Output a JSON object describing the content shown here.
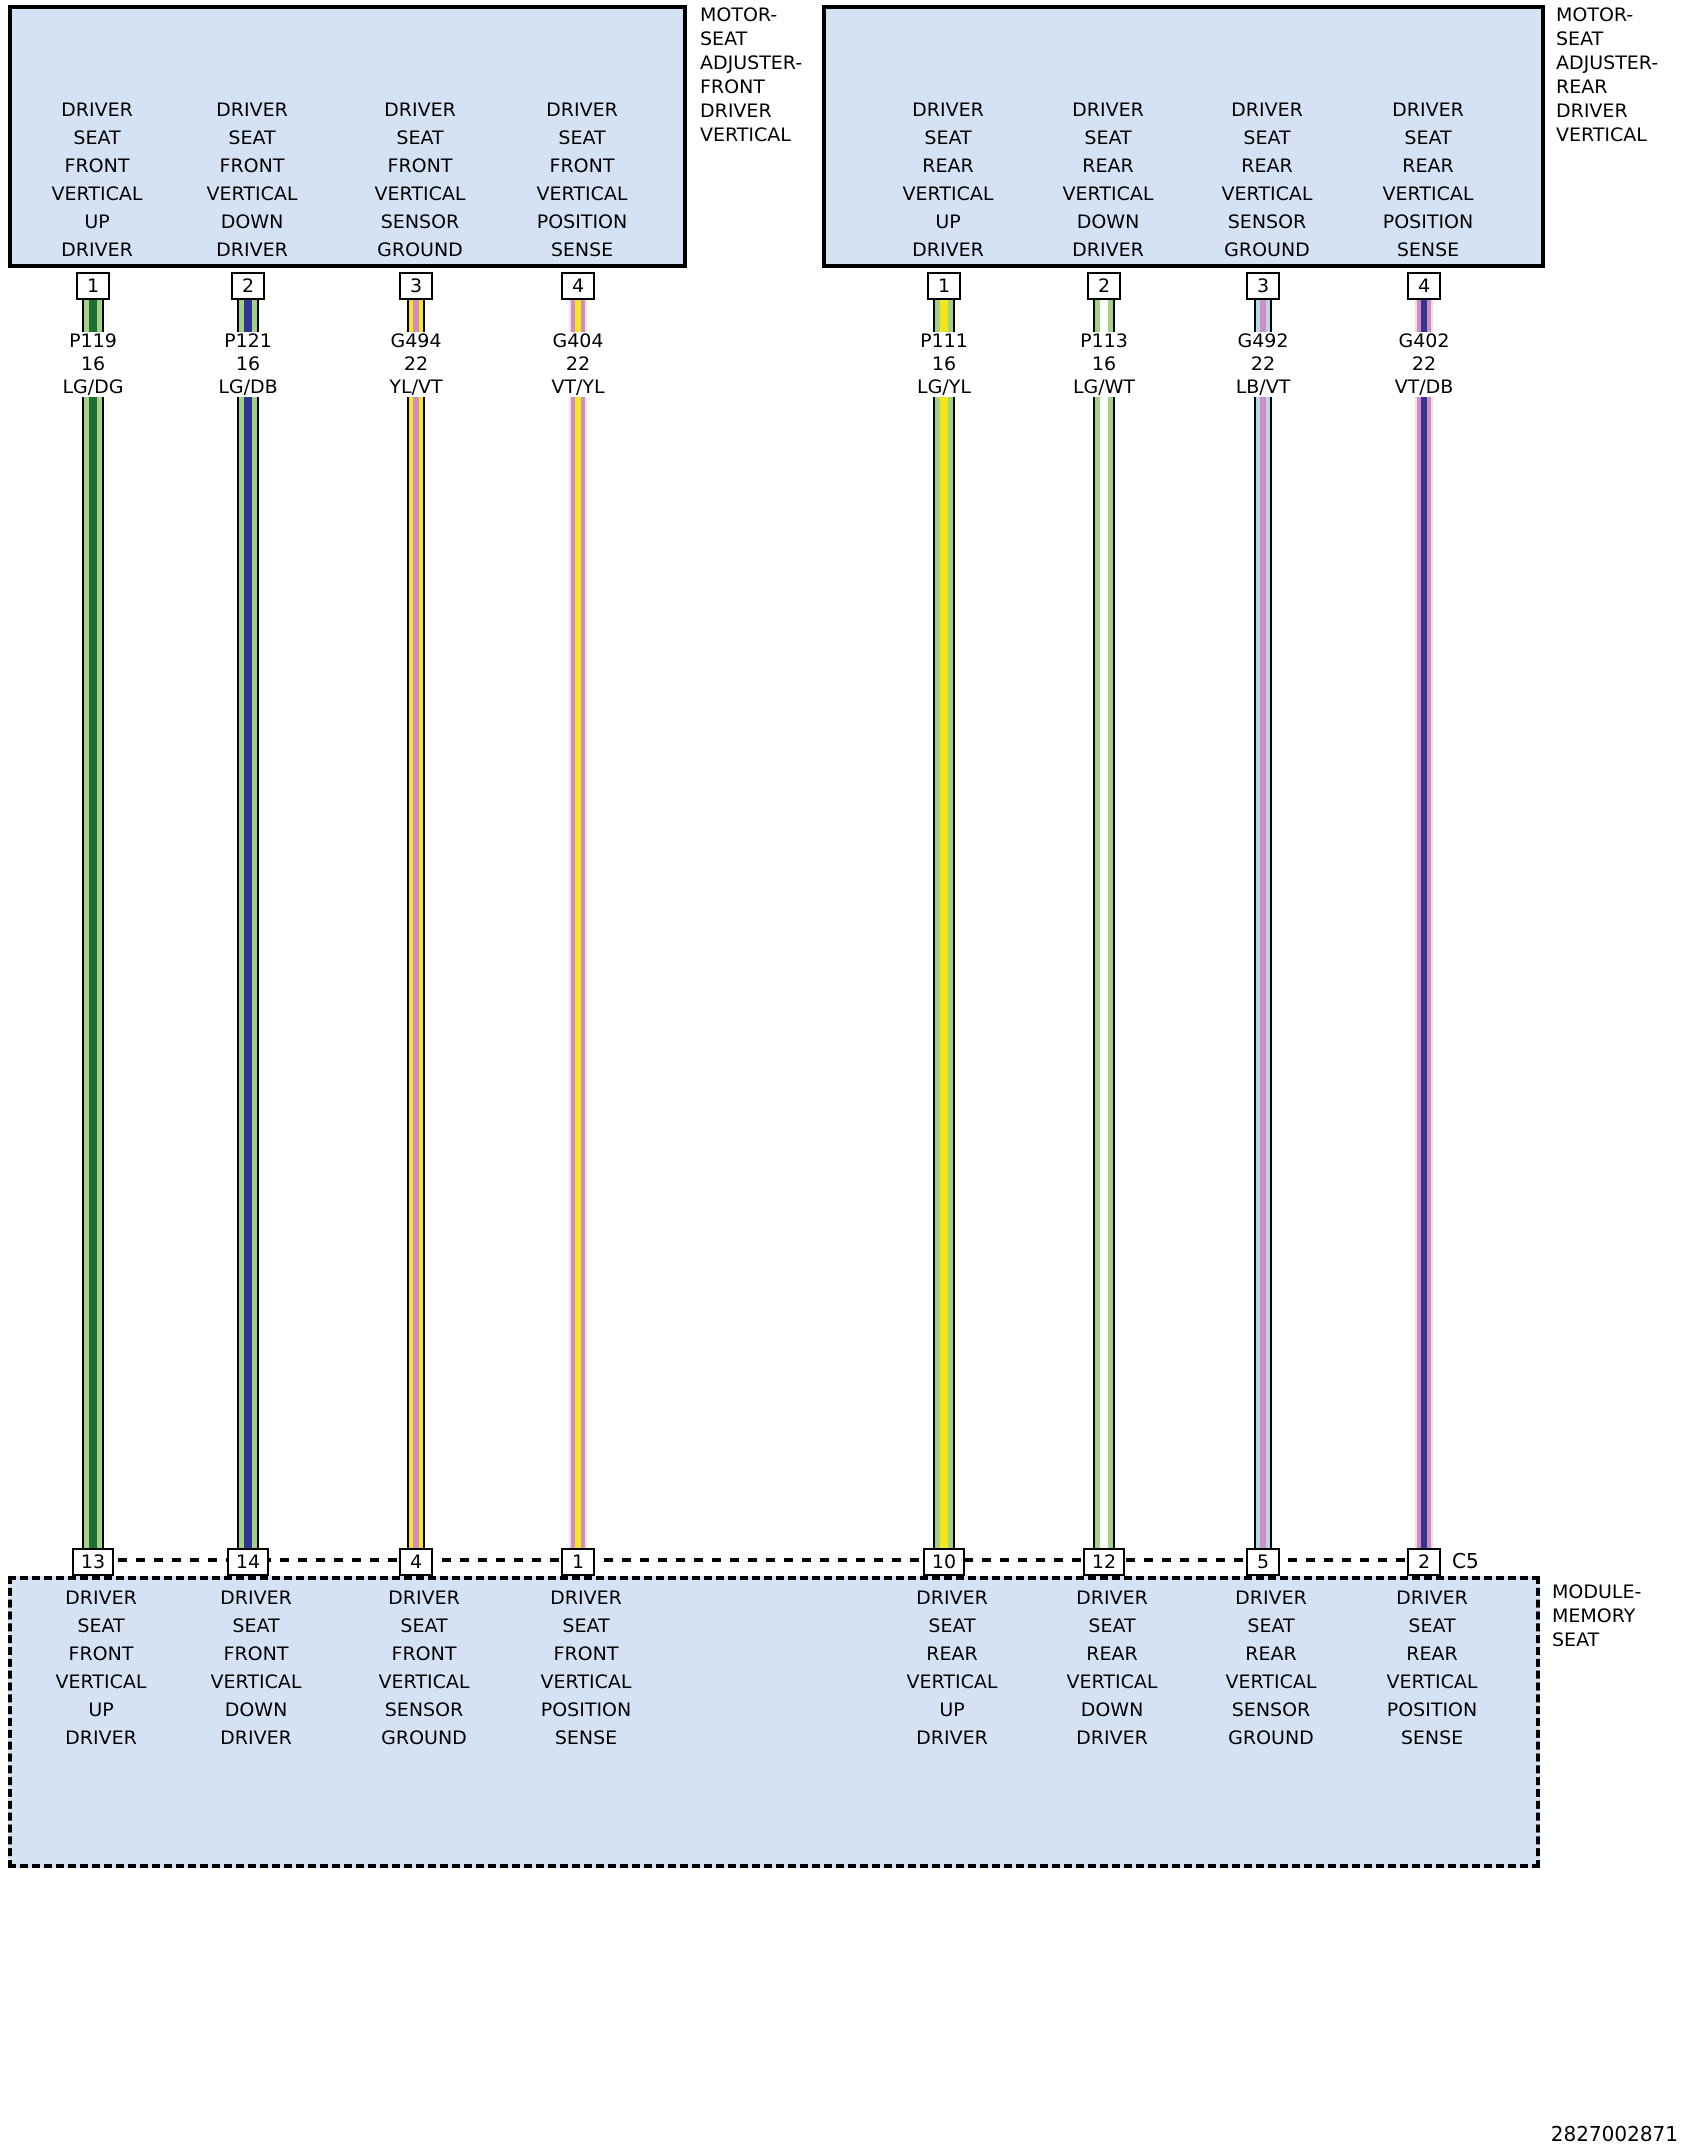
{
  "diagram": {
    "part_number": "2827002871",
    "connector_c5": "C5",
    "top_left_connector_label": "MOTOR-\nSEAT\nADJUSTER-\nFRONT\nDRIVER\nVERTICAL",
    "top_right_connector_label": "MOTOR-\nSEAT\nADJUSTER-\nREAR\nDRIVER\nVERTICAL",
    "bottom_module_label": "MODULE-\nMEMORY\nSEAT"
  },
  "colors": {
    "connector_fill": "#d4e2f4",
    "light_green": "#a4d186",
    "dark_green": "#1e6e35",
    "dark_blue": "#2f3590",
    "yellow": "#f6e71c",
    "violet": "#d18cc1",
    "light_blue": "#b5d8e8",
    "white": "#ffffff",
    "pale_violet_edge": "#f0dcec",
    "black": "#000000"
  },
  "columns": [
    {
      "function_top": "DRIVER\nSEAT\nFRONT\nVERTICAL\nUP\nDRIVER",
      "pin_top": "1",
      "circuit": "P119\n16\nLG/DG",
      "pin_bottom": "13",
      "function_bottom": "DRIVER\nSEAT\nFRONT\nVERTICAL\nUP\nDRIVER",
      "wire": {
        "edge": "#000000",
        "outer": "#a4d186",
        "core": "#1e6e35"
      }
    },
    {
      "function_top": "DRIVER\nSEAT\nFRONT\nVERTICAL\nDOWN\nDRIVER",
      "pin_top": "2",
      "circuit": "P121\n16\nLG/DB",
      "pin_bottom": "14",
      "function_bottom": "DRIVER\nSEAT\nFRONT\nVERTICAL\nDOWN\nDRIVER",
      "wire": {
        "edge": "#000000",
        "outer": "#a4d186",
        "core": "#2f3590"
      }
    },
    {
      "function_top": "DRIVER\nSEAT\nFRONT\nVERTICAL\nSENSOR\nGROUND",
      "pin_top": "3",
      "circuit": "G494\n22\nYL/VT",
      "pin_bottom": "4",
      "function_bottom": "DRIVER\nSEAT\nFRONT\nVERTICAL\nSENSOR\nGROUND",
      "wire": {
        "edge": "#000000",
        "outer": "#f6e71c",
        "core": "#d18cc1"
      }
    },
    {
      "function_top": "DRIVER\nSEAT\nFRONT\nVERTICAL\nPOSITION\nSENSE",
      "pin_top": "4",
      "circuit": "G404\n22\nVT/YL",
      "pin_bottom": "1",
      "function_bottom": "DRIVER\nSEAT\nFRONT\nVERTICAL\nPOSITION\nSENSE",
      "wire": {
        "edge": "#f0dcec",
        "outer": "#d18cc1",
        "core": "#f6e71c"
      }
    },
    {
      "function_top": "DRIVER\nSEAT\nREAR\nVERTICAL\nUP\nDRIVER",
      "pin_top": "1",
      "circuit": "P111\n16\nLG/YL",
      "pin_bottom": "10",
      "function_bottom": "DRIVER\nSEAT\nREAR\nVERTICAL\nUP\nDRIVER",
      "wire": {
        "edge": "#000000",
        "outer": "#a4d186",
        "core": "#f6e71c"
      }
    },
    {
      "function_top": "DRIVER\nSEAT\nREAR\nVERTICAL\nDOWN\nDRIVER",
      "pin_top": "2",
      "circuit": "P113\n16\nLG/WT",
      "pin_bottom": "12",
      "function_bottom": "DRIVER\nSEAT\nREAR\nVERTICAL\nDOWN\nDRIVER",
      "wire": {
        "edge": "#000000",
        "outer": "#a4d186",
        "core": "#ffffff"
      }
    },
    {
      "function_top": "DRIVER\nSEAT\nREAR\nVERTICAL\nSENSOR\nGROUND",
      "pin_top": "3",
      "circuit": "G492\n22\nLB/VT",
      "pin_bottom": "5",
      "function_bottom": "DRIVER\nSEAT\nREAR\nVERTICAL\nSENSOR\nGROUND",
      "wire": {
        "edge": "#000000",
        "outer": "#b5d8e8",
        "core": "#d18cc1"
      }
    },
    {
      "function_top": "DRIVER\nSEAT\nREAR\nVERTICAL\nPOSITION\nSENSE",
      "pin_top": "4",
      "circuit": "G402\n22\nVT/DB",
      "pin_bottom": "2",
      "function_bottom": "DRIVER\nSEAT\nREAR\nVERTICAL\nPOSITION\nSENSE",
      "wire": {
        "edge": "#f0dcec",
        "outer": "#d18cc1",
        "core": "#2f3590"
      }
    }
  ]
}
